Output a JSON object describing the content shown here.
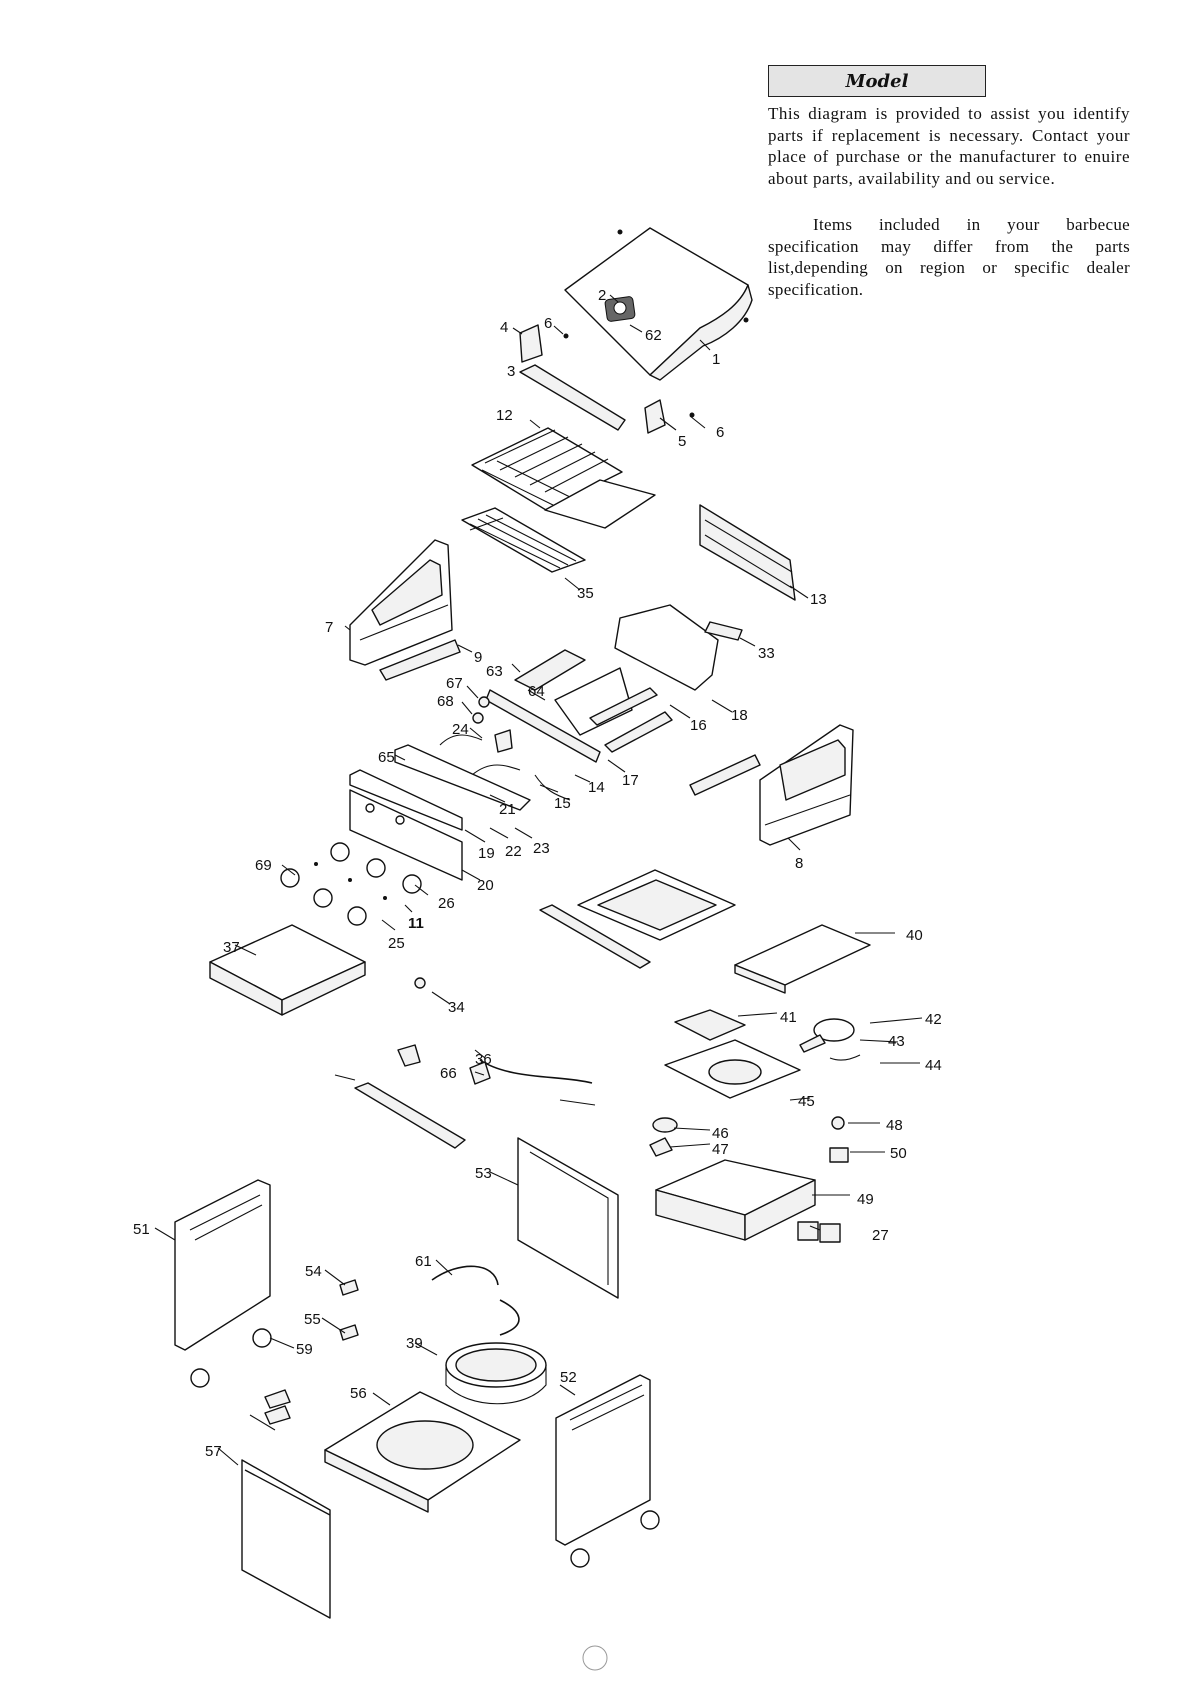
{
  "header": {
    "model_label": "Model"
  },
  "notes": {
    "paragraph1": "This diagram is provided to assist you identify parts if replacement is necessary. Contact your place of purchase or the manufacturer to enuire about parts, availability and ou service.",
    "paragraph2": "Items included in your barbecue specification may differ from the parts list,depending on region or specific dealer specification."
  },
  "callouts": [
    "1",
    "2",
    "3",
    "4",
    "5",
    "6",
    "6",
    "7",
    "8",
    "9",
    "11",
    "12",
    "13",
    "14",
    "15",
    "16",
    "17",
    "18",
    "19",
    "20",
    "21",
    "22",
    "23",
    "24",
    "25",
    "26",
    "27",
    "33",
    "34",
    "35",
    "36",
    "37",
    "39",
    "40",
    "41",
    "42",
    "43",
    "44",
    "45",
    "46",
    "47",
    "48",
    "49",
    "50",
    "51",
    "52",
    "53",
    "54",
    "55",
    "56",
    "57",
    "59",
    "61",
    "62",
    "63",
    "64",
    "65",
    "66",
    "67",
    "68",
    "69"
  ]
}
